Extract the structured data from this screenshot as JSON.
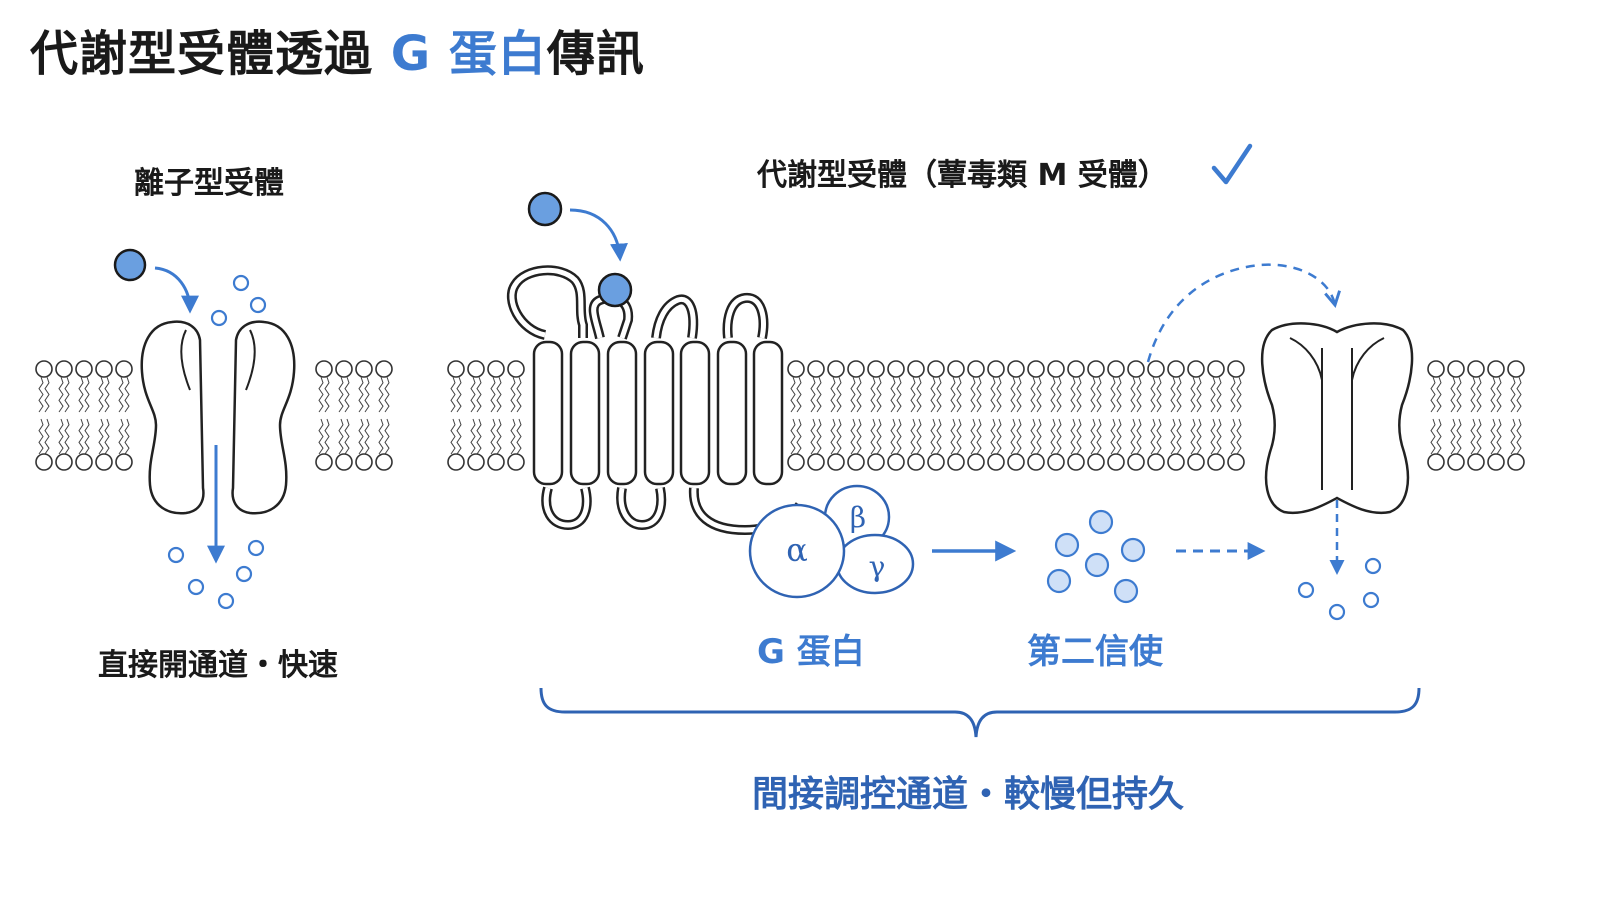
{
  "title": {
    "part1": "代謝型受體透過",
    "highlight": "G 蛋白",
    "part2": "傳訊"
  },
  "ionotropic": {
    "label": "離子型受體",
    "caption": "直接開通道・快速"
  },
  "metabotropic": {
    "label": "代謝型受體（蕈毒類 M 受體）",
    "check": "✓",
    "g_protein_label": "G 蛋白",
    "second_messenger_label": "第二信使",
    "caption": "間接調控通道・較慢但持久",
    "subunits": {
      "alpha": "α",
      "beta": "β",
      "gamma": "γ"
    }
  },
  "colors": {
    "accent": "#3d7bd0",
    "accent_dark": "#2f63b3",
    "ligand_fill": "#6a9fe0",
    "ink": "#1a1a1a",
    "line": "#222222"
  }
}
